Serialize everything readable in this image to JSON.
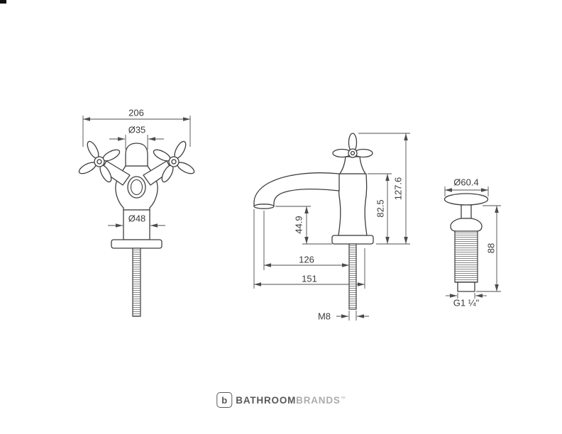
{
  "views": {
    "front": {
      "dim_width": "206",
      "dim_top_diameter": "Ø35",
      "dim_body_diameter": "Ø48"
    },
    "side": {
      "dim_spout_outlet_height": "44.9",
      "dim_body_height": "82.5",
      "dim_total_height": "127.6",
      "dim_reach": "126",
      "dim_overall_reach": "151",
      "dim_thread": "M8"
    },
    "waste": {
      "dim_top_diameter": "Ø60.4",
      "dim_body_height": "88",
      "dim_thread": "G1 ¼\""
    }
  },
  "footer": {
    "logo_letter": "b",
    "brand_primary": "BATHROOM",
    "brand_secondary": "BRANDS",
    "trademark": "™"
  },
  "colors": {
    "object_line": "#3e3e3e",
    "dimension_line": "#4c4c4c",
    "text": "#3b3b3b",
    "brand_dark": "#57585b",
    "brand_light": "#aaacae",
    "background": "#ffffff"
  }
}
